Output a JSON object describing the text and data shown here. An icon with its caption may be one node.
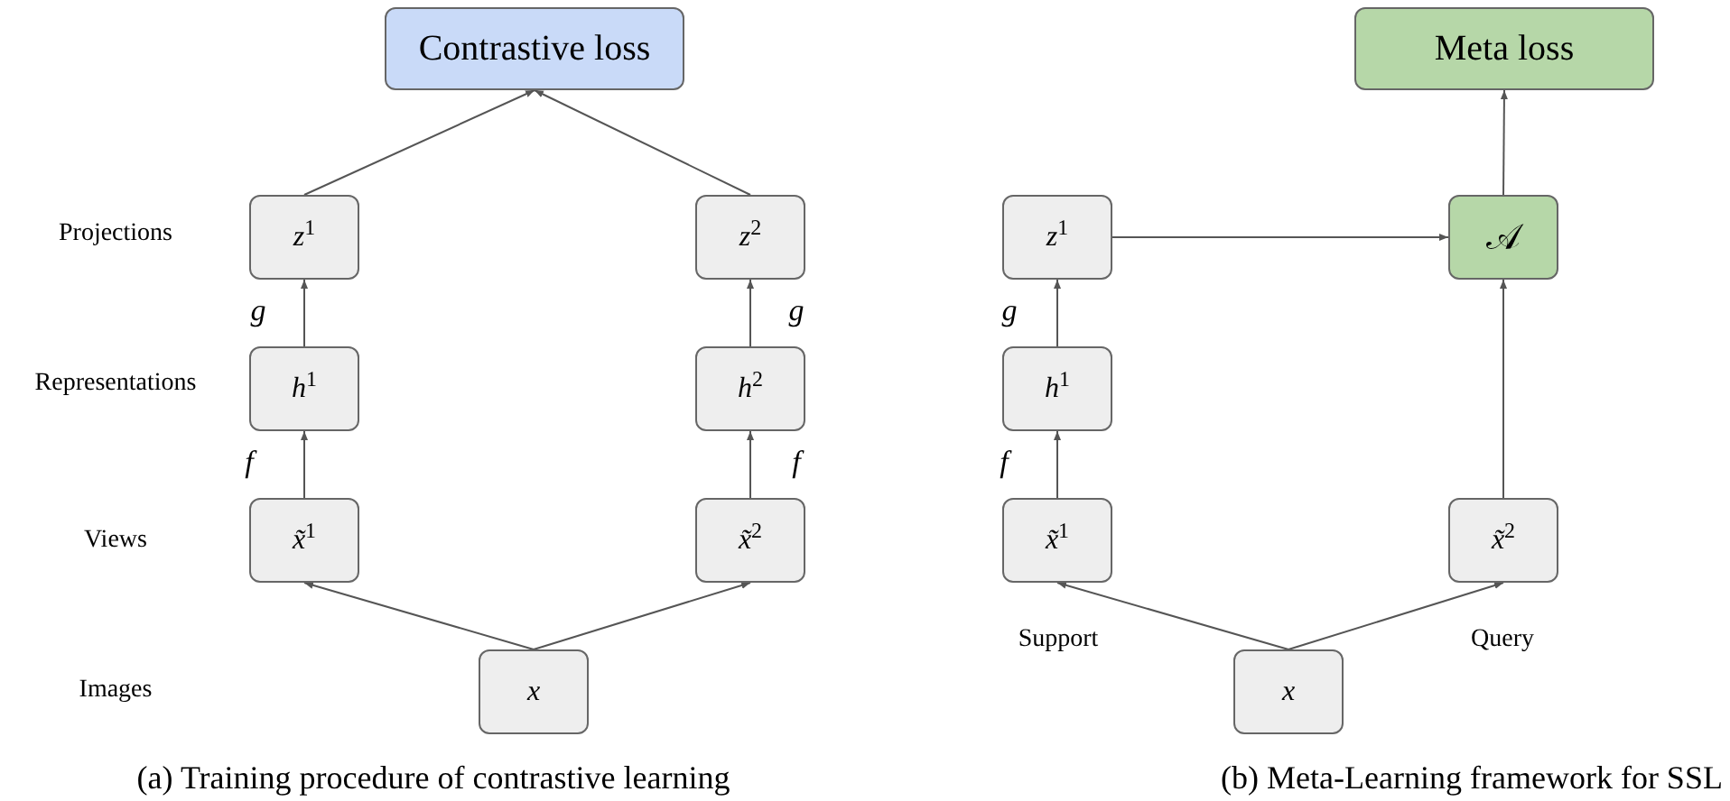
{
  "diagram": {
    "nodes": [
      {
        "text": [
          "Contrastive loss"
        ]
      },
      {
        "text": [
          "*z*$^{1}$"
        ]
      },
      {
        "text": [
          "*z*$^{2}$"
        ]
      },
      {
        "text": [
          "*h*$^{1}$"
        ]
      },
      {
        "text": [
          "*h*$^{2}$"
        ]
      },
      {
        "text": [
          "*x̃*$^{1}$"
        ]
      },
      {
        "text": [
          "*x̃*$^{2}$"
        ]
      },
      {
        "text": [
          "*x*"
        ]
      },
      {
        "text": [
          "Meta loss"
        ]
      },
      {
        "text": [
          "*z*$^{1}$"
        ]
      },
      {
        "text": [
          "𝒜"
        ]
      },
      {
        "text": [
          "*h*$^{1}$"
        ]
      },
      {
        "text": [
          "*x̃*$^{1}$"
        ]
      },
      {
        "text": [
          "*x̃*$^{2}$"
        ]
      },
      {
        "text": [
          "*x*"
        ]
      }
    ],
    "edges": [
      {
        "from": 7,
        "to": 5,
        "arrow": "to"
      },
      {
        "from": 7,
        "to": 6,
        "arrow": "to"
      },
      {
        "from": 5,
        "to": 3,
        "arrow": "to"
      },
      {
        "from": 6,
        "to": 4,
        "arrow": "to"
      },
      {
        "from": 3,
        "to": 1,
        "arrow": "to"
      },
      {
        "from": 4,
        "to": 2,
        "arrow": "to"
      },
      {
        "from": 1,
        "to": 0,
        "arrow": "to"
      },
      {
        "from": 2,
        "to": 0,
        "arrow": "to"
      },
      {
        "from": 14,
        "to": 12,
        "arrow": "to"
      },
      {
        "from": 14,
        "to": 13,
        "arrow": "to"
      },
      {
        "from": 12,
        "to": 11,
        "arrow": "to"
      },
      {
        "from": 11,
        "to": 9,
        "arrow": "to"
      },
      {
        "from": 9,
        "to": 10,
        "arrow": "to"
      },
      {
        "from": 13,
        "to": 10,
        "arrow": "to"
      },
      {
        "from": 10,
        "to": 8,
        "arrow": "to"
      }
    ],
    "labels": [
      "Projections",
      "Representations",
      "Views",
      "Images",
      "*g*",
      "*g*",
      "*f*",
      "*f*",
      "*g*",
      "*f*",
      "Support",
      "Query",
      "(a) Training procedure of contrastive learning",
      "(b) Meta-Learning framework for SSL"
    ]
  }
}
